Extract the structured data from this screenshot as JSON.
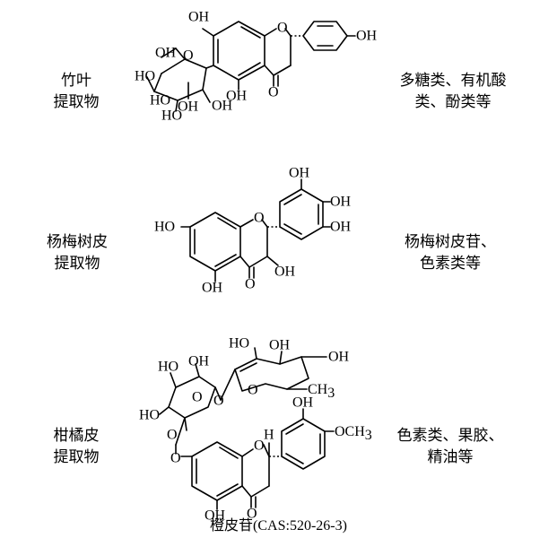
{
  "rows": [
    {
      "source": [
        "竹叶",
        "提取物"
      ],
      "others": [
        "多糖类、有机酸",
        "类、酚类等"
      ]
    },
    {
      "source": [
        "杨梅树皮",
        "提取物"
      ],
      "others": [
        "杨梅树皮苷、",
        "色素类等"
      ]
    },
    {
      "source": [
        "柑橘皮",
        "提取物"
      ],
      "others": [
        "色素类、果胶、",
        "精油等"
      ]
    }
  ],
  "atom_labels": {
    "oh": "OH",
    "ho": "HO",
    "o": "O",
    "h": "H",
    "ch": "CH",
    "och": "OCH",
    "sub3": "3"
  },
  "caption": "橙皮苷(CAS:520-26-3)"
}
